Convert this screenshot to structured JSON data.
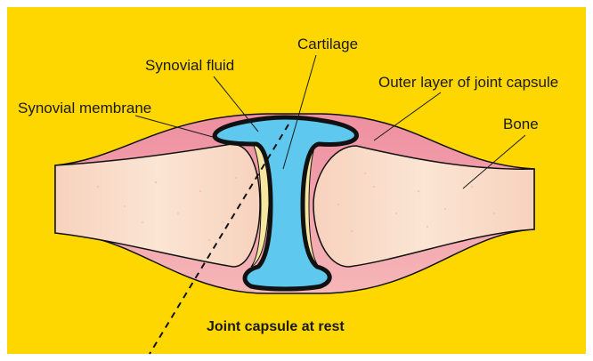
{
  "diagram": {
    "labels": {
      "synovial_membrane": "Synovial membrane",
      "synovial_fluid": "Synovial fluid",
      "cartilage": "Cartilage",
      "outer_layer": "Outer layer of joint capsule",
      "bone": "Bone"
    },
    "caption": "Joint capsule at rest"
  },
  "colors": {
    "background": "#FFD700",
    "bone": "#F9DCC4",
    "capsule": "#F0A0A8",
    "synovial_fluid": "#5EC8EE",
    "cartilage": "#F5E6A0",
    "outline": "#111111"
  }
}
